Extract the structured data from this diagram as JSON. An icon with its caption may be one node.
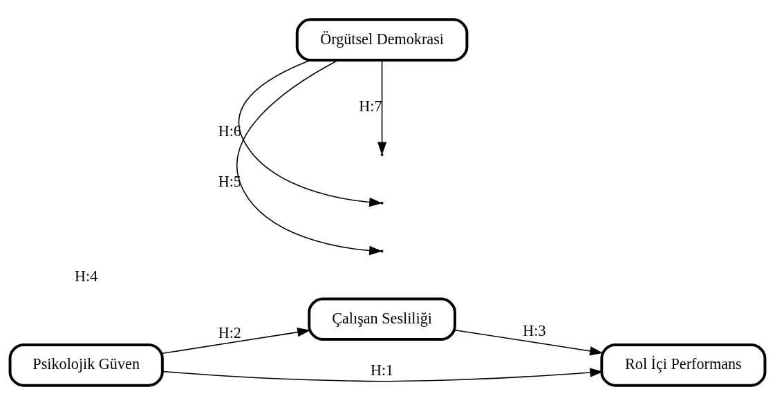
{
  "diagram": {
    "nodes": [
      {
        "text": [
          "Psikolojik Güven"
        ]
      },
      {
        "text": [
          "Çalışan Sesliliği"
        ]
      },
      {
        "text": [
          "Rol İçi Performans"
        ]
      },
      {
        "text": [
          "Örgütsel Demokrasi"
        ]
      }
    ],
    "edges": [
      {
        "from": 0,
        "to": 1,
        "arrow": "to",
        "label": "H:2"
      },
      {
        "from": 1,
        "to": 2,
        "arrow": "to",
        "label": "H:3"
      },
      {
        "from": 0,
        "to": 2,
        "arrow": "to",
        "label": "H:1"
      },
      {
        "from": 3,
        "to": null,
        "arrow": "to",
        "label": "H:5"
      },
      {
        "from": 3,
        "to": null,
        "arrow": "to",
        "label": "H:6"
      },
      {
        "from": 3,
        "to": null,
        "arrow": "to",
        "label": "H:7"
      }
    ],
    "labels": [
      "H:4"
    ]
  }
}
